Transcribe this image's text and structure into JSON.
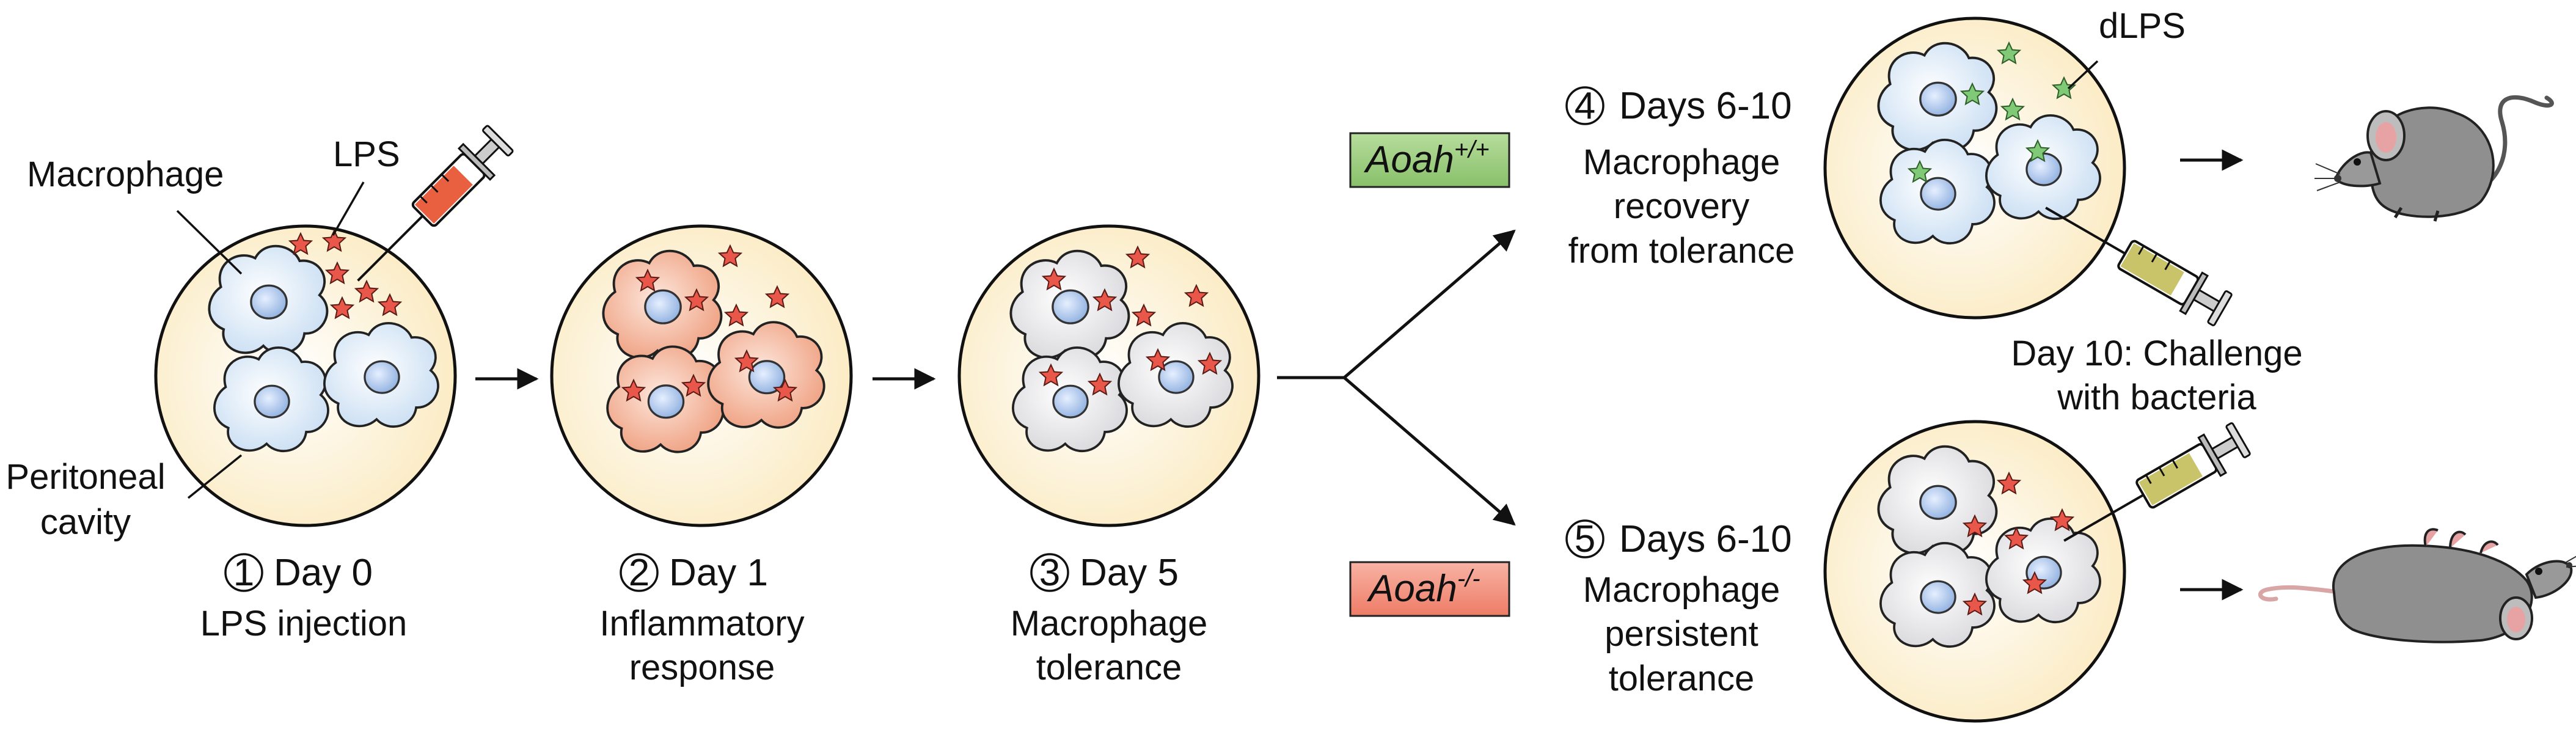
{
  "labels": {
    "macrophage": "Macrophage",
    "lps": "LPS",
    "peritoneal_line1": "Peritoneal",
    "peritoneal_line2": "cavity",
    "dlps": "dLPS",
    "challenge_line1": "Day 10: Challenge",
    "challenge_line2": "with bacteria"
  },
  "steps": [
    {
      "number": "1",
      "title": "Day 0",
      "line1": "LPS injection",
      "line2": ""
    },
    {
      "number": "2",
      "title": "Day 1",
      "line1": "Inflammatory",
      "line2": "response"
    },
    {
      "number": "3",
      "title": "Day 5",
      "line1": "Macrophage",
      "line2": "tolerance"
    },
    {
      "number": "4",
      "title": "Days 6-10",
      "line1": "Macrophage",
      "line2": "recovery",
      "line3": "from tolerance"
    },
    {
      "number": "5",
      "title": "Days 6-10",
      "line1": "Macrophage",
      "line2": "persistent",
      "line3": "tolerance"
    }
  ],
  "genotypes": {
    "wild_type": {
      "base": "Aoah",
      "sup": "+/+",
      "color": "#9ccb7e"
    },
    "knockout": {
      "base": "Aoah",
      "sup": "-/-",
      "color": "#f08a78"
    }
  },
  "colors": {
    "cavity": "#fcefcc",
    "naive_cell": "#d6e6f6",
    "inflamed_cell": "#f2a98a",
    "tolerant_cell": "#e4e4e6",
    "nucleus": "#aec8ea",
    "lps_star": "#e8574a",
    "dlps_star": "#7fc977",
    "syringe_red": "#e8603f",
    "syringe_yellow": "#c9c36a",
    "mouse": "#8f8f8f"
  }
}
